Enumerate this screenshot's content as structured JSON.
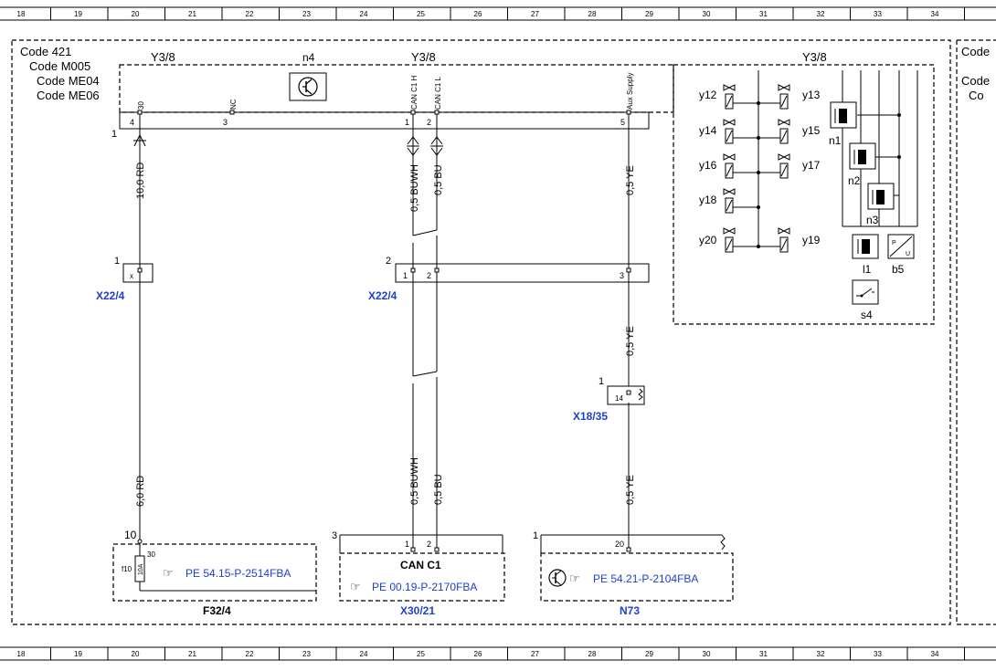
{
  "grid": {
    "columns": [
      "18",
      "19",
      "20",
      "21",
      "22",
      "23",
      "24",
      "25",
      "26",
      "27",
      "28",
      "29",
      "30",
      "31",
      "32",
      "33",
      "34"
    ]
  },
  "codes": {
    "left": [
      "Code 421",
      "Code M005",
      "Code ME04",
      "Code ME06"
    ],
    "right": [
      "Code",
      "Code",
      "Co"
    ]
  },
  "top": {
    "y38_labels": [
      "Y3/8",
      "Y3/8",
      "Y3/8"
    ],
    "n4": "n4",
    "pins": [
      "30",
      "NC",
      "CAN C1 H",
      "CAN C1 L",
      "Aux Supply"
    ],
    "pin_numbers": [
      "4",
      "3",
      "1",
      "2",
      "5"
    ],
    "connector_no": "1"
  },
  "valves": [
    "y12",
    "y13",
    "y14",
    "y15",
    "y16",
    "y17",
    "y18",
    "y20",
    "y19"
  ],
  "internal": [
    "n1",
    "n2",
    "n3",
    "l1",
    "b5",
    "s4"
  ],
  "b5_sub": [
    "P",
    "U"
  ],
  "wires": {
    "rd_top": "10,0 RD",
    "rd_bot": "6,0 RD",
    "buwh_top": "0,5 BUWH",
    "bu_top": "0,5 BU",
    "buwh_bot": "0,5 BUWH",
    "bu_bot": "0,5 BU",
    "ye1": "0,5 YE",
    "ye2": "0,5 YE",
    "ye3": "0,5 YE"
  },
  "connectors": {
    "x22_left": {
      "label": "X22/4",
      "num": "1",
      "pin": "x"
    },
    "x22_right": {
      "label": "X22/4",
      "num": "2",
      "pins": [
        "1",
        "2",
        "3"
      ]
    },
    "x18": {
      "label": "X18/35",
      "num": "1",
      "pin": "14"
    }
  },
  "bottom": {
    "f32": {
      "num": "10",
      "pin": "30",
      "fuse": "f10",
      "rating": "10A",
      "ref": "PE 54.15-P-2514FBA",
      "label": "F32/4"
    },
    "x30": {
      "num": "3",
      "title": "CAN C1",
      "ref": "PE 00.19-P-2170FBA",
      "label": "X30/21"
    },
    "n73": {
      "num": "1",
      "pin": "20",
      "ref": "PE 54.21-P-2104FBA",
      "label": "N73"
    }
  },
  "colors": {
    "blue": "#1f3fcf",
    "black": "#000000"
  }
}
